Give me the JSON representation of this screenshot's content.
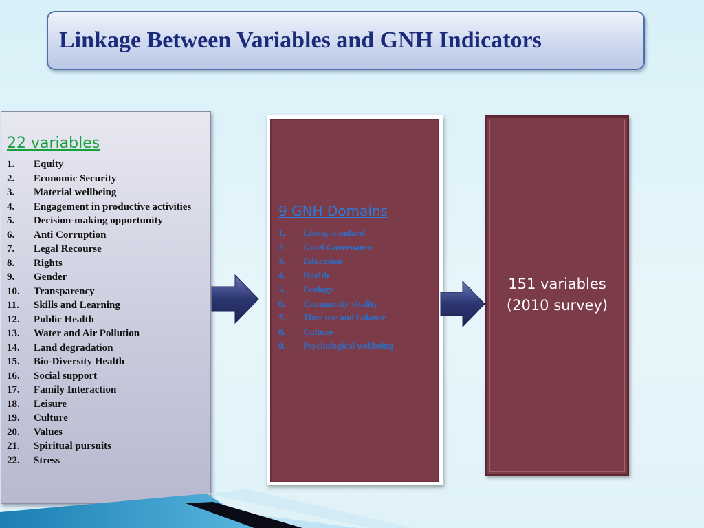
{
  "title": "Linkage Between Variables and GNH Indicators",
  "variables_panel": {
    "heading": "22 variables",
    "items": [
      {
        "num": "1.",
        "label": "Equity"
      },
      {
        "num": "2.",
        "label": "Economic Security"
      },
      {
        "num": "3.",
        "label": "Material wellbeing"
      },
      {
        "num": "4.",
        "label": "Engagement in productive activities"
      },
      {
        "num": "5.",
        "label": "Decision-making opportunity"
      },
      {
        "num": "6.",
        "label": "Anti Corruption"
      },
      {
        "num": "7.",
        "label": "Legal Recourse"
      },
      {
        "num": "8.",
        "label": "Rights"
      },
      {
        "num": "9.",
        "label": "Gender"
      },
      {
        "num": "10.",
        "label": "Transparency"
      },
      {
        "num": "11.",
        "label": "Skills and Learning"
      },
      {
        "num": "12.",
        "label": "Public Health"
      },
      {
        "num": "13.",
        "label": "Water and Air Pollution"
      },
      {
        "num": "14.",
        "label": "Land degradation"
      },
      {
        "num": "15.",
        "label": "Bio-Diversity Health"
      },
      {
        "num": "16.",
        "label": "Social support"
      },
      {
        "num": "17.",
        "label": "Family Interaction"
      },
      {
        "num": "18.",
        "label": "Leisure"
      },
      {
        "num": "19.",
        "label": "Culture"
      },
      {
        "num": "20.",
        "label": "Values"
      },
      {
        "num": "21.",
        "label": "Spiritual pursuits"
      },
      {
        "num": "22.",
        "label": "Stress"
      }
    ]
  },
  "domains_panel": {
    "heading": "9 GNH Domains",
    "items": [
      {
        "num": "1.",
        "label": "Living standard"
      },
      {
        "num": "2.",
        "label": "Good Governance"
      },
      {
        "num": "3.",
        "label": "Education"
      },
      {
        "num": "4.",
        "label": "Health"
      },
      {
        "num": "5.",
        "label": "Ecology"
      },
      {
        "num": "6.",
        "label": "Community vitality"
      },
      {
        "num": "7.",
        "label": "Time use and balance"
      },
      {
        "num": "8.",
        "label": "Culture"
      },
      {
        "num": "9.",
        "label": "Psychological wellbeing"
      }
    ]
  },
  "result_panel": {
    "line1": "151 variables",
    "line2": "(2010 survey)"
  },
  "colors": {
    "title_text": "#1c2a7a",
    "variables_heading": "#14a03c",
    "domains_heading": "#2c7bd6",
    "maroon_box": "#7b3b48",
    "arrow": "#2b3570"
  },
  "icons": [
    "right-arrow-icon",
    "right-arrow-icon"
  ]
}
